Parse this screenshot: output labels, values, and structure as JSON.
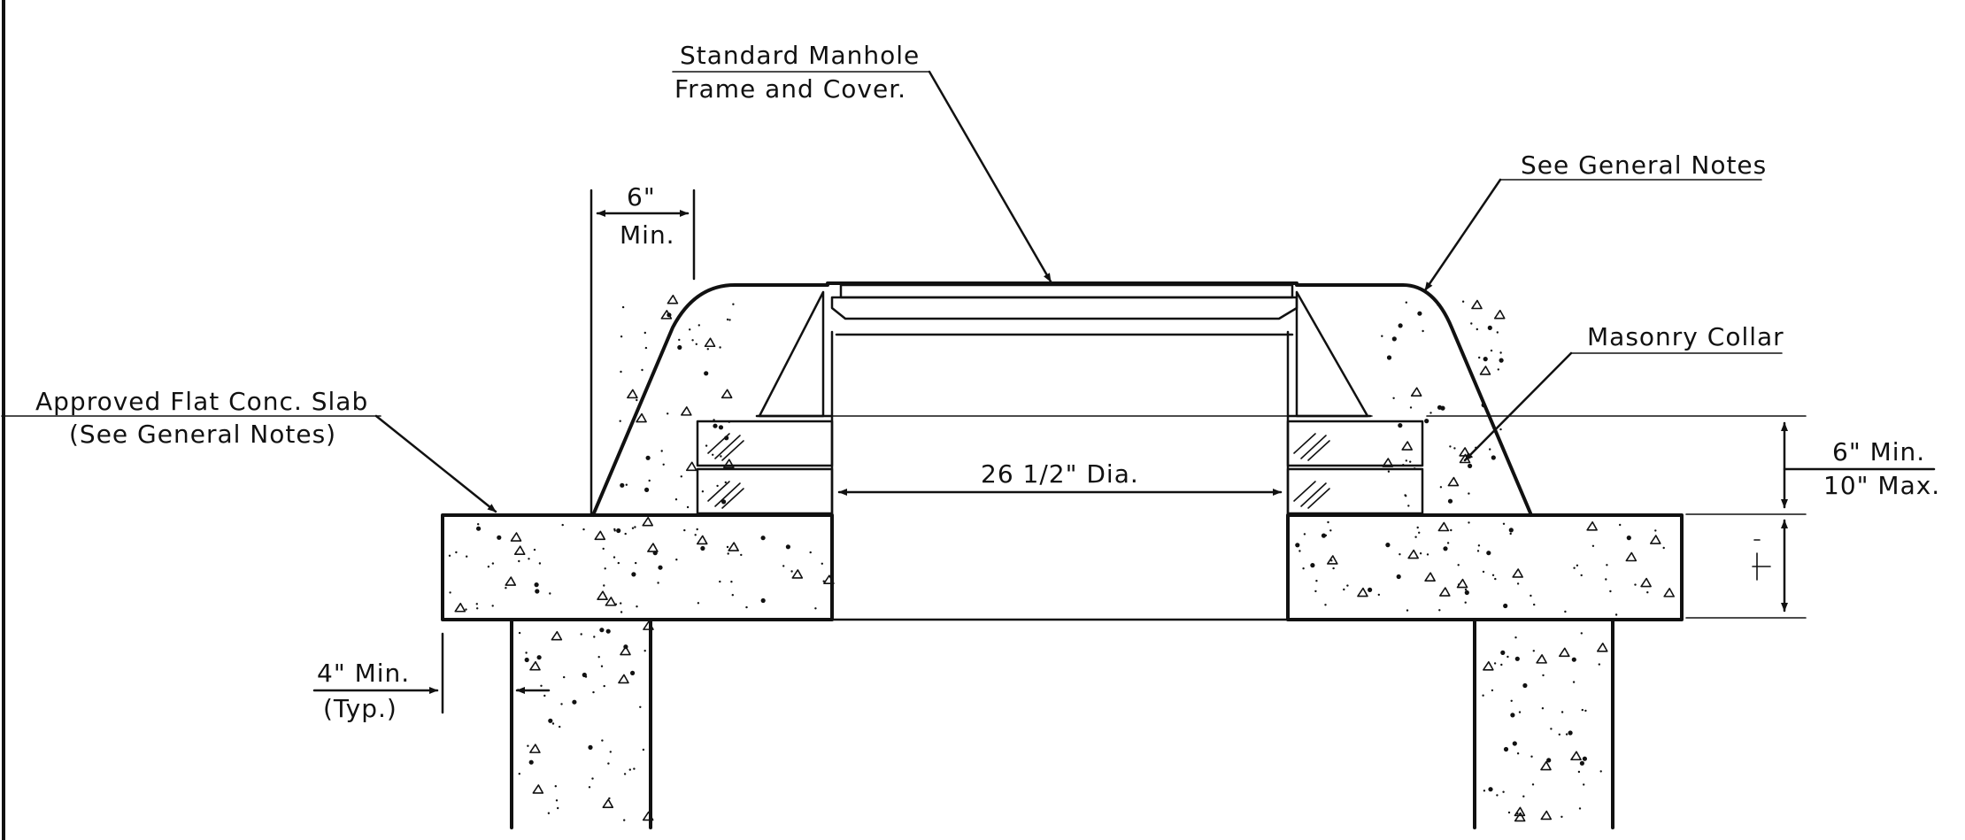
{
  "labels": {
    "frame_line1": "Standard Manhole",
    "frame_line2": "Frame and Cover.",
    "general_notes": "See General Notes",
    "masonry_collar": "Masonry Collar",
    "slab_line1": "Approved Flat Conc. Slab",
    "slab_line2": "(See General Notes)",
    "top_dim_value": "6\"",
    "top_dim_note": "Min.",
    "diameter": "26 1/2\" Dia.",
    "right_dim_min": "6\" Min.",
    "right_dim_max": "10\" Max.",
    "wall_dim_value": "4\" Min.",
    "wall_dim_note": "(Typ.)"
  },
  "colors": {
    "line": "#111111",
    "background": "#ffffff"
  }
}
